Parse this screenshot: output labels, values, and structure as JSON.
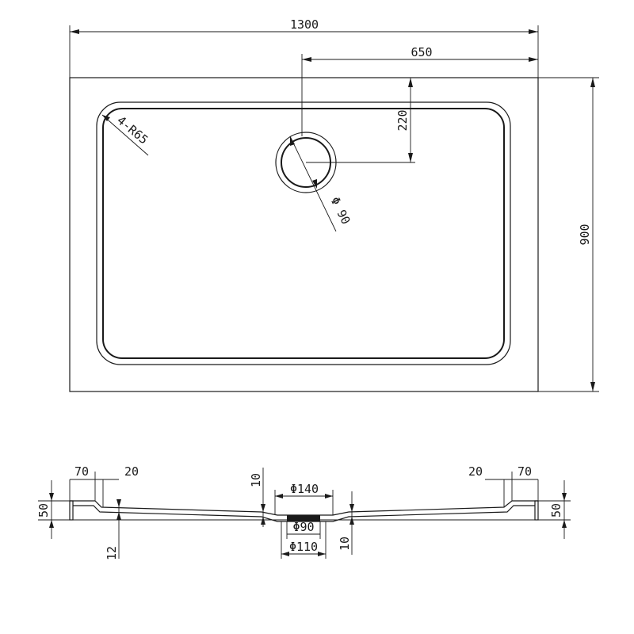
{
  "plan": {
    "overall_width": "1300",
    "half_width": "650",
    "drain_offset": "220",
    "overall_depth": "900",
    "corner_radius": "4-R65",
    "drain_diameter": "Φ 90"
  },
  "section": {
    "rim_left": "70",
    "step_left": "20",
    "rim_right": "70",
    "step_right": "20",
    "height_left": "50",
    "height_right": "50",
    "base_thickness": "12",
    "drain_depth_top": "10",
    "drain_depth_bottom": "10",
    "drain_outer": "Φ140",
    "drain_inner": "Φ90",
    "drain_mid": "Φ110"
  }
}
